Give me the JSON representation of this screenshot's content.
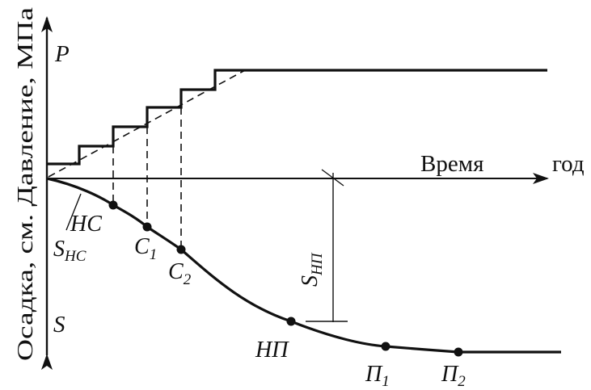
{
  "labels": {
    "vertical_axis": "Осадка, см. Давление, МПа",
    "p_axis": "P",
    "s_axis": "S",
    "time_axis": "Время",
    "time_unit": "год",
    "s_nc": {
      "main": "S",
      "sub": "НС"
    },
    "s_np": {
      "main": "S",
      "sub": "НП"
    },
    "nc": "НС",
    "c1": {
      "main": "C",
      "sub": "1"
    },
    "c2": {
      "main": "C",
      "sub": "2"
    },
    "np": "НП",
    "p1": {
      "main": "П",
      "sub": "1"
    },
    "p2": {
      "main": "П",
      "sub": "2"
    }
  }
}
